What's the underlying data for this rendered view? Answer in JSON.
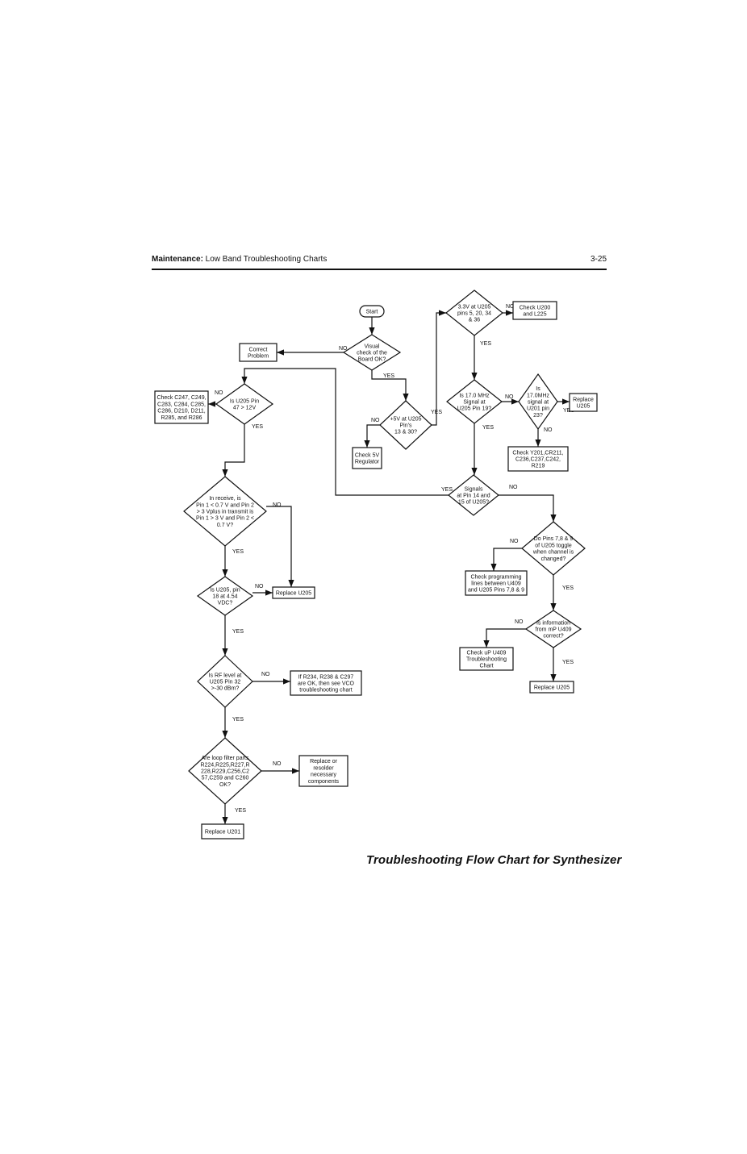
{
  "header": {
    "section_bold": "Maintenance:",
    "section_rest": " Low Band Troubleshooting Charts",
    "page_number": "3-25"
  },
  "caption": "Troubleshooting Flow Chart for Synthesizer",
  "flowchart": {
    "nodes": [
      {
        "id": "start",
        "type": "terminal",
        "lines": [
          "Start"
        ]
      },
      {
        "id": "visual",
        "type": "decision",
        "lines": [
          "Visual",
          "check of the",
          "Board OK?"
        ]
      },
      {
        "id": "correct",
        "type": "process",
        "lines": [
          "Correct",
          "Problem"
        ]
      },
      {
        "id": "plus5v",
        "type": "decision",
        "lines": [
          "+5V at U205",
          "Pin's",
          "13 & 30?"
        ]
      },
      {
        "id": "check5v",
        "type": "process",
        "lines": [
          "Check 5V",
          "Regulator"
        ]
      },
      {
        "id": "v33",
        "type": "decision",
        "lines": [
          "3.3V at U205",
          "pins 5, 20, 34",
          "& 36"
        ]
      },
      {
        "id": "checku200",
        "type": "process",
        "lines": [
          "Check U200",
          "and L225"
        ]
      },
      {
        "id": "mhz17",
        "type": "decision",
        "lines": [
          "Is 17.0 MHz",
          "Signal at",
          "U205 Pin 19?"
        ]
      },
      {
        "id": "mhz17u201",
        "type": "decision",
        "lines": [
          "Is",
          "17.0MHz",
          "signal at",
          "U201 pin",
          "23?"
        ]
      },
      {
        "id": "replaceu205a",
        "type": "process",
        "lines": [
          "Replace",
          "U205"
        ]
      },
      {
        "id": "checky201",
        "type": "process",
        "lines": [
          "Check Y201,CR211,",
          "C236,C237,C242,",
          "R219"
        ]
      },
      {
        "id": "signals1415",
        "type": "decision",
        "lines": [
          "Signals",
          "at Pin 14 and",
          "15 of U205?"
        ]
      },
      {
        "id": "pin47",
        "type": "decision",
        "lines": [
          "Is U205 Pin",
          "47 > 12V"
        ]
      },
      {
        "id": "checkc247",
        "type": "process",
        "lines": [
          "Check C247, C249,",
          "C283, C284, C285,",
          "C286, D210, D211,",
          "R285, and R286"
        ]
      },
      {
        "id": "receive",
        "type": "decision",
        "lines": [
          "In receive, is",
          "Pin 1 < 0.7 V and Pin 2",
          "> 3 Vplus in transmit is",
          "Pin 1 > 3 V and Pin 2 <",
          "0.7 V?"
        ]
      },
      {
        "id": "pin18",
        "type": "decision",
        "lines": [
          "Is U205, pin",
          "18 at 4.54",
          "VDC?"
        ]
      },
      {
        "id": "replaceu205b",
        "type": "process",
        "lines": [
          "Replace U205"
        ]
      },
      {
        "id": "rflevel",
        "type": "decision",
        "lines": [
          "Is RF level at",
          "U205 Pin 32",
          ">-30 dBm?"
        ]
      },
      {
        "id": "vco",
        "type": "process",
        "lines": [
          "If R234, R238 & C297",
          "are OK, then see VCO",
          "troubleshooting chart"
        ]
      },
      {
        "id": "loopfilter",
        "type": "decision",
        "lines": [
          "Are loop filter parts",
          "R224,R225,R227,R",
          "228,R229,C256,C2",
          "57,C259 and C260",
          "OK?"
        ]
      },
      {
        "id": "resolder",
        "type": "process",
        "lines": [
          "Replace or",
          "resolder",
          "necessary",
          "components"
        ]
      },
      {
        "id": "replaceu201",
        "type": "process",
        "lines": [
          "Replace U201"
        ]
      },
      {
        "id": "toggle",
        "type": "decision",
        "lines": [
          "Do Pins 7,8 & 9",
          "of U205 toggle",
          "when channel is",
          "changed?"
        ]
      },
      {
        "id": "checkprog",
        "type": "process",
        "lines": [
          "Check programming",
          "lines between U409",
          "and U205 Pins 7,8 & 9"
        ]
      },
      {
        "id": "info",
        "type": "decision",
        "lines": [
          "Is information",
          "from mP U409",
          "correct?"
        ]
      },
      {
        "id": "checkup",
        "type": "process",
        "lines": [
          "Check uP U409",
          "Troubleshooting",
          "Chart"
        ]
      },
      {
        "id": "replaceu205c",
        "type": "process",
        "lines": [
          "Replace U205"
        ]
      }
    ],
    "edges": [
      {
        "from": "start",
        "to": "visual",
        "label": ""
      },
      {
        "from": "visual",
        "to": "correct",
        "label": "NO"
      },
      {
        "from": "visual",
        "to": "plus5v",
        "label": "YES"
      },
      {
        "from": "plus5v",
        "to": "check5v",
        "label": "NO"
      },
      {
        "from": "plus5v",
        "to": "v33",
        "label": "YES"
      },
      {
        "from": "v33",
        "to": "checku200",
        "label": "NO"
      },
      {
        "from": "v33",
        "to": "mhz17",
        "label": "YES"
      },
      {
        "from": "mhz17",
        "to": "mhz17u201",
        "label": "NO"
      },
      {
        "from": "mhz17u201",
        "to": "replaceu205a",
        "label": "YES"
      },
      {
        "from": "mhz17u201",
        "to": "checky201",
        "label": "NO"
      },
      {
        "from": "mhz17",
        "to": "signals1415",
        "label": "YES"
      },
      {
        "from": "signals1415",
        "to": "pin47",
        "label": "YES"
      },
      {
        "from": "signals1415",
        "to": "toggle",
        "label": "NO"
      },
      {
        "from": "pin47",
        "to": "checkc247",
        "label": "NO"
      },
      {
        "from": "pin47",
        "to": "receive",
        "label": "YES"
      },
      {
        "from": "receive",
        "to": "replaceu205b",
        "label": "NO"
      },
      {
        "from": "receive",
        "to": "pin18",
        "label": "YES"
      },
      {
        "from": "pin18",
        "to": "replaceu205b",
        "label": "NO"
      },
      {
        "from": "pin18",
        "to": "rflevel",
        "label": "YES"
      },
      {
        "from": "rflevel",
        "to": "vco",
        "label": "NO"
      },
      {
        "from": "rflevel",
        "to": "loopfilter",
        "label": "YES"
      },
      {
        "from": "loopfilter",
        "to": "resolder",
        "label": "NO"
      },
      {
        "from": "loopfilter",
        "to": "replaceu201",
        "label": "YES"
      },
      {
        "from": "toggle",
        "to": "checkprog",
        "label": "NO"
      },
      {
        "from": "toggle",
        "to": "info",
        "label": "YES"
      },
      {
        "from": "info",
        "to": "checkup",
        "label": "NO"
      },
      {
        "from": "info",
        "to": "replaceu205c",
        "label": "YES"
      }
    ]
  }
}
